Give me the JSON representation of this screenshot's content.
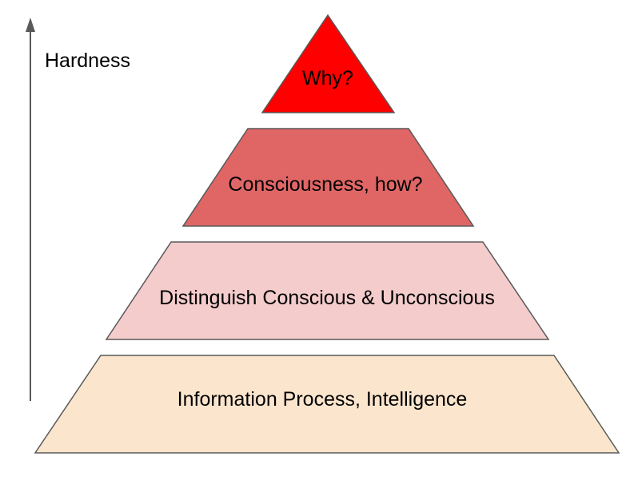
{
  "axis": {
    "label": "Hardness",
    "color": "#595959"
  },
  "tiers": [
    {
      "label": "Why?",
      "color": "#ff0000"
    },
    {
      "label": "Consciousness, how?",
      "color": "#e06666"
    },
    {
      "label": "Distinguish Conscious & Unconscious",
      "color": "#f4cccc"
    },
    {
      "label": "Information Process, Intelligence",
      "color": "#fce5cd"
    }
  ]
}
